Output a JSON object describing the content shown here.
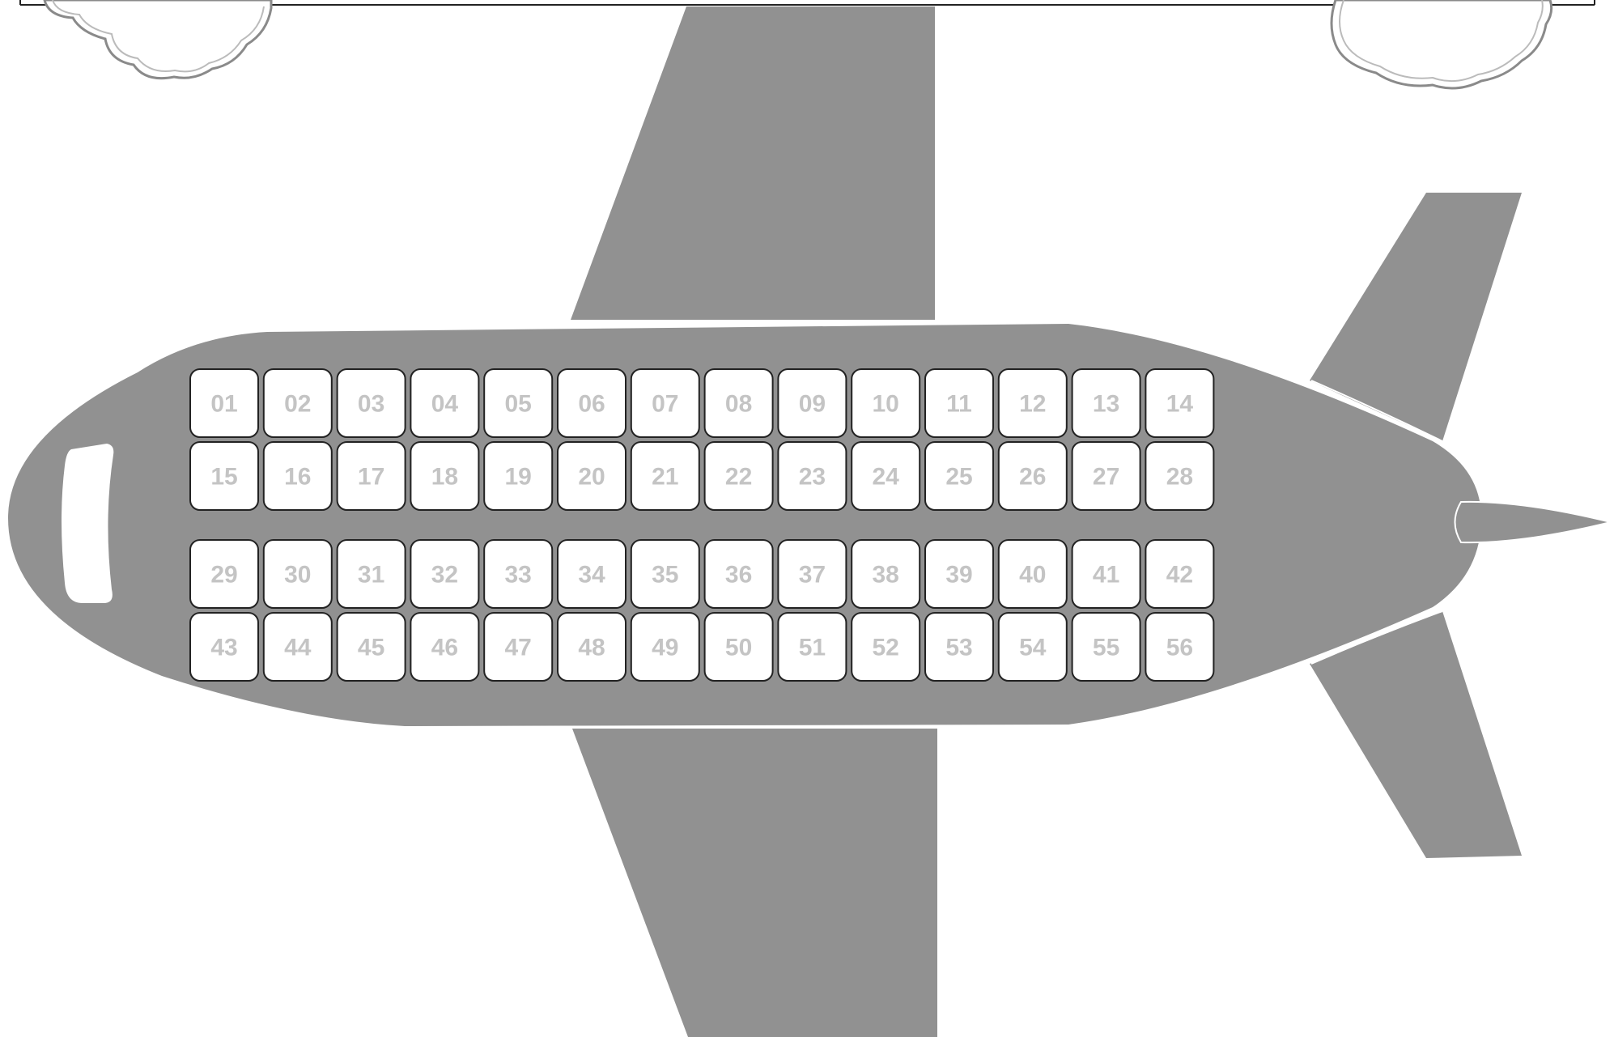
{
  "colors": {
    "plane": "#919191",
    "background": "#ffffff",
    "seat_fill": "#ffffff",
    "seat_border": "#222222",
    "seat_number": "#c4c4c4",
    "cloud_fill": "#ffffff",
    "cloud_outline": "#8a8a8a",
    "border_line": "#222222"
  },
  "seat_grid": {
    "rows": [
      [
        "01",
        "02",
        "03",
        "04",
        "05",
        "06",
        "07",
        "08",
        "09",
        "10",
        "11",
        "12",
        "13",
        "14"
      ],
      [
        "15",
        "16",
        "17",
        "18",
        "19",
        "20",
        "21",
        "22",
        "23",
        "24",
        "25",
        "26",
        "27",
        "28"
      ],
      [
        "29",
        "30",
        "31",
        "32",
        "33",
        "34",
        "35",
        "36",
        "37",
        "38",
        "39",
        "40",
        "41",
        "42"
      ],
      [
        "43",
        "44",
        "45",
        "46",
        "47",
        "48",
        "49",
        "50",
        "51",
        "52",
        "53",
        "54",
        "55",
        "56"
      ]
    ]
  }
}
